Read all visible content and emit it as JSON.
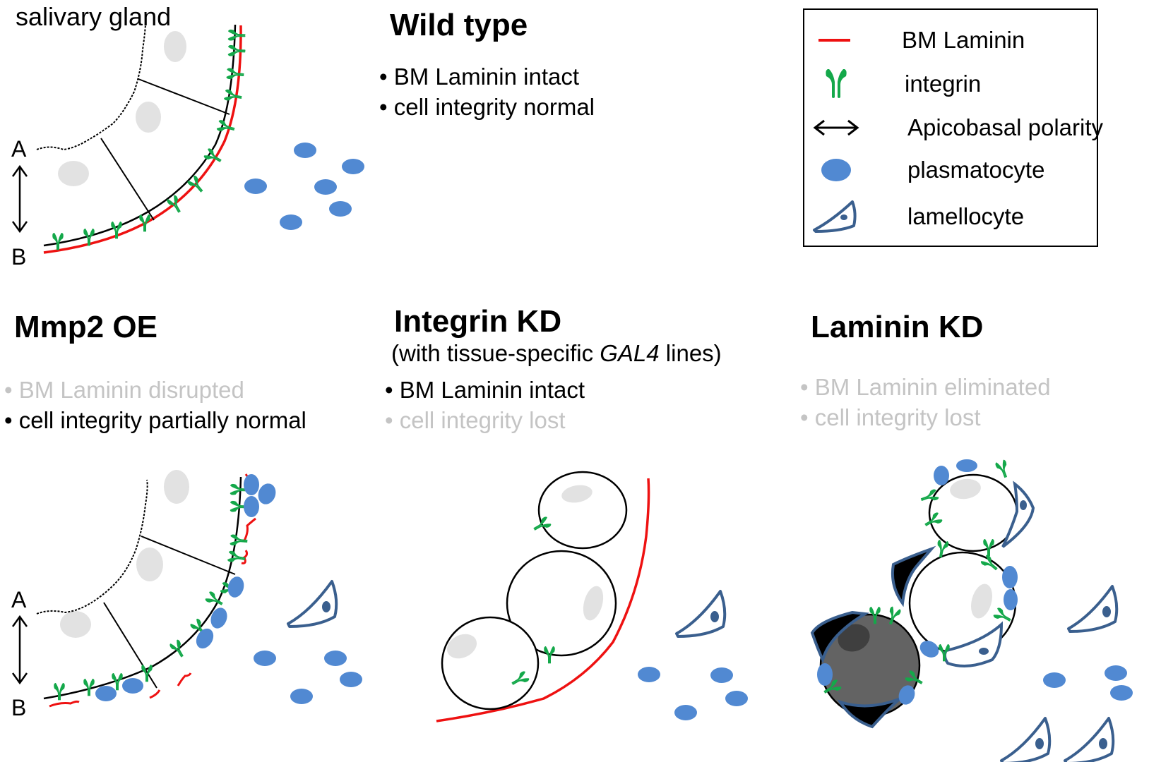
{
  "colors": {
    "laminin": "#ee1111",
    "integrin": "#14a84a",
    "plasmatocyte": "#5189d2",
    "lamellocyte": "#3a5f8e",
    "nucleus": "#e2e2e2",
    "faded_text": "#c4c4c4"
  },
  "tissue_label": "salivary gland",
  "polarity": {
    "apical": "A",
    "basal": "B"
  },
  "legend": {
    "items": [
      {
        "icon": "laminin-line-icon",
        "label": "BM Laminin"
      },
      {
        "icon": "integrin-icon",
        "label": "integrin"
      },
      {
        "icon": "double-arrow-icon",
        "label": "Apicobasal polarity"
      },
      {
        "icon": "plasmatocyte-icon",
        "label": "plasmatocyte"
      },
      {
        "icon": "lamellocyte-icon",
        "label": "lamellocyte"
      }
    ]
  },
  "panels": {
    "wild_type": {
      "title": "Wild type",
      "bullets": [
        {
          "text": "BM Laminin intact",
          "faded": false
        },
        {
          "text": "cell integrity normal",
          "faded": false
        }
      ]
    },
    "mmp2_oe": {
      "title": "Mmp2 OE",
      "bullets": [
        {
          "text": "BM Laminin disrupted",
          "faded": true
        },
        {
          "text": "cell integrity partially normal",
          "faded": false
        }
      ]
    },
    "integrin_kd": {
      "title": "Integrin KD",
      "subtitle_pre": "(with tissue-specific ",
      "subtitle_italic": "GAL4",
      "subtitle_post": " lines)",
      "bullets": [
        {
          "text": "BM Laminin intact",
          "faded": false
        },
        {
          "text": "cell integrity lost",
          "faded": true
        }
      ]
    },
    "laminin_kd": {
      "title": "Laminin KD",
      "bullets": [
        {
          "text": "BM Laminin eliminated",
          "faded": true
        },
        {
          "text": "cell integrity lost",
          "faded": true
        }
      ]
    }
  },
  "bullet_char": "•"
}
